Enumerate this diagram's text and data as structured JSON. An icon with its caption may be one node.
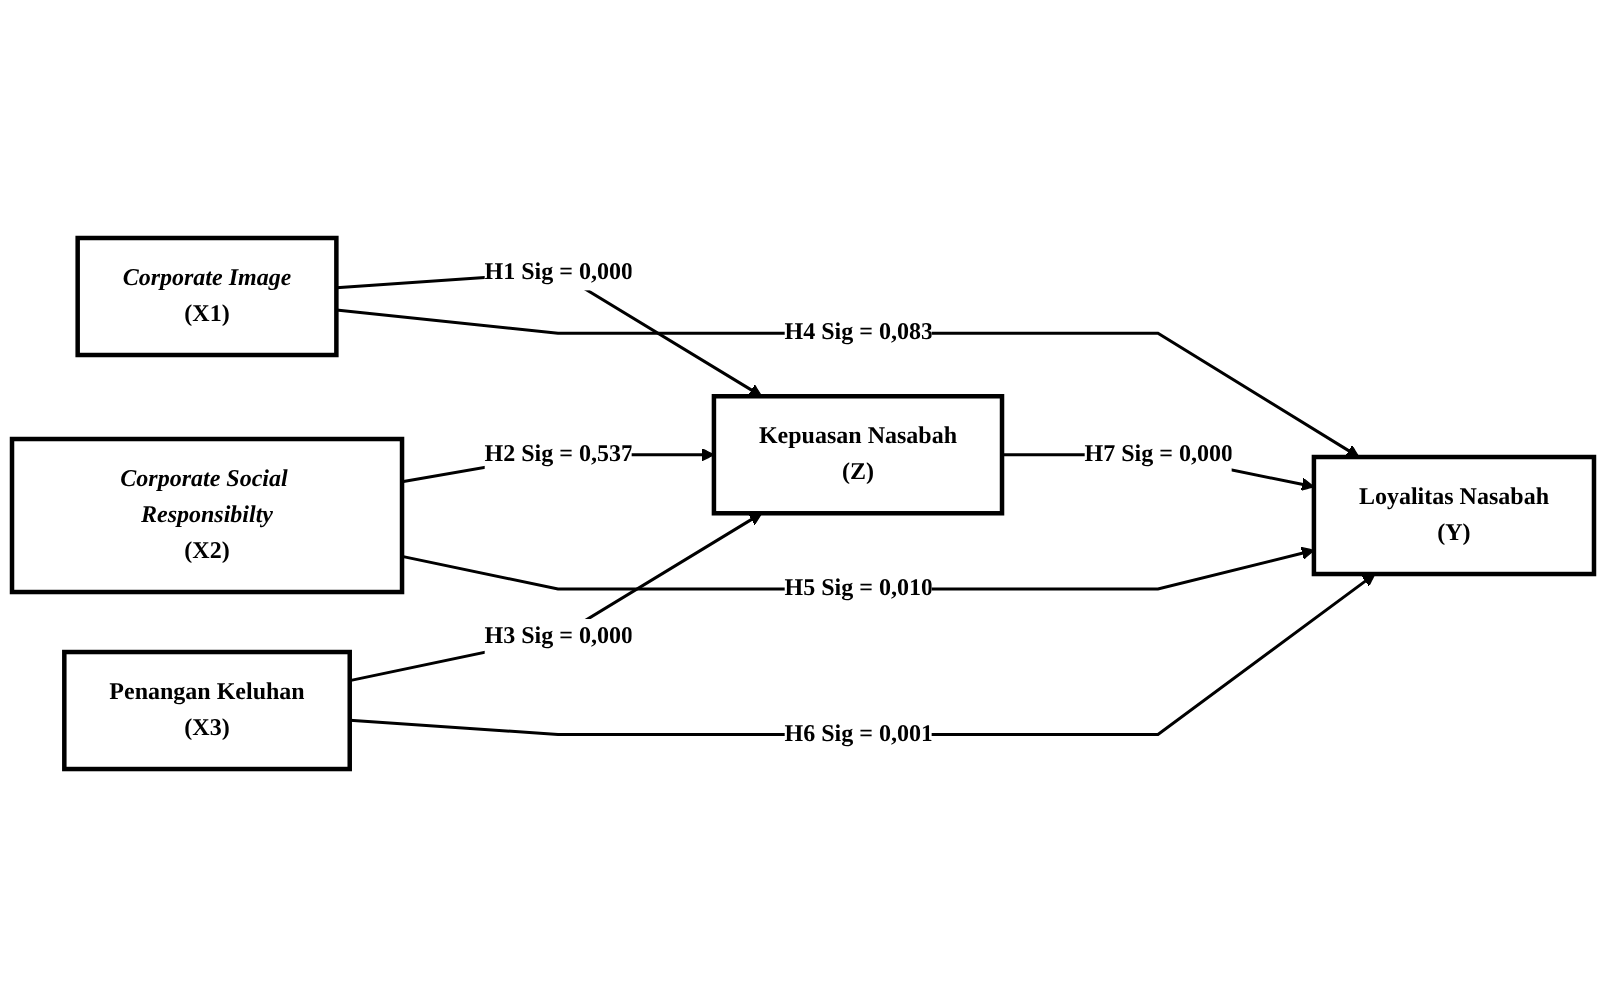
{
  "diagram": {
    "nodes": [
      {
        "text": [
          "Corporate Image",
          "(X1)"
        ]
      },
      {
        "text": [
          "Corporate Social Responsibilty",
          "(X2)"
        ]
      },
      {
        "text": [
          "Penangan Keluhan",
          "(X3)"
        ]
      },
      {
        "text": [
          "Kepuasan Nasabah",
          "(Z)"
        ]
      },
      {
        "text": [
          "Loyalitas Nasabah",
          "(Y)"
        ]
      }
    ],
    "edges": [
      {
        "from": 0,
        "to": 3,
        "arrow": "to",
        "label": "H1 Sig = 0,000"
      },
      {
        "from": 1,
        "to": 3,
        "arrow": "to",
        "label": "H2 Sig = 0,537"
      },
      {
        "from": 2,
        "to": 3,
        "arrow": "to",
        "label": "H3 Sig = 0,000"
      },
      {
        "from": 0,
        "to": 4,
        "arrow": "to",
        "label": "H4 Sig = 0,083"
      },
      {
        "from": 1,
        "to": 4,
        "arrow": "to",
        "label": "H5 Sig = 0,010"
      },
      {
        "from": 2,
        "to": 4,
        "arrow": "to",
        "label": "H6 Sig = 0,001"
      },
      {
        "from": 3,
        "to": 4,
        "arrow": "to",
        "label": "H7 Sig = 0,000"
      }
    ]
  }
}
